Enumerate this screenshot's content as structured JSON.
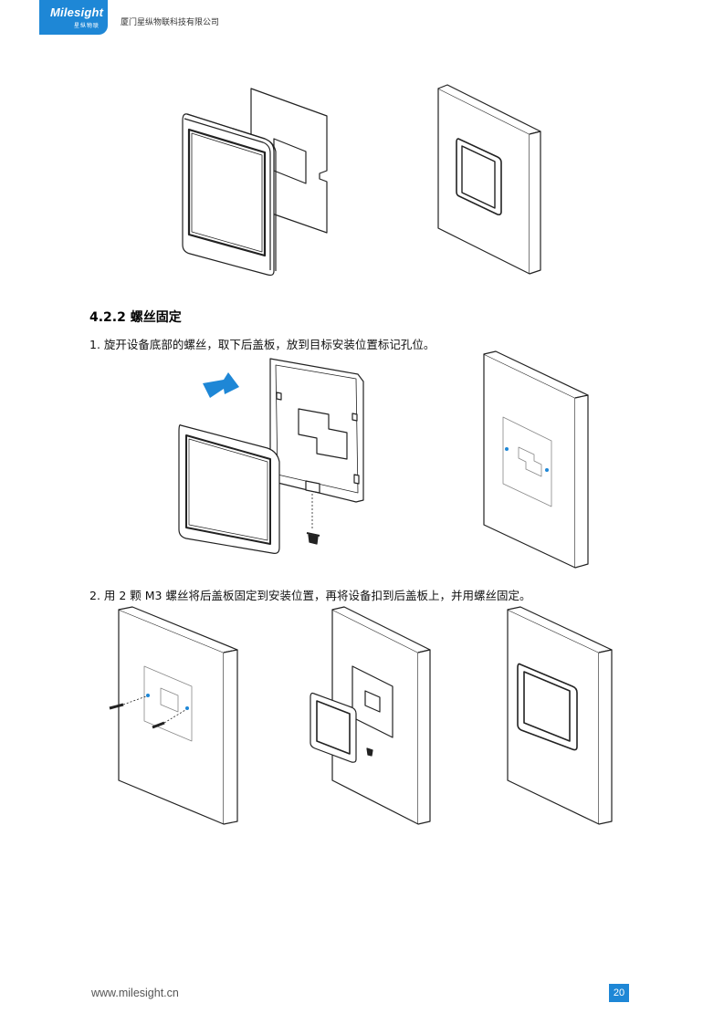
{
  "header": {
    "logo_text": "Milesight",
    "logo_subtext": "星纵物联",
    "company_name": "厦门星纵物联科技有限公司"
  },
  "section": {
    "title": "4.2.2  螺丝固定"
  },
  "steps": [
    {
      "text": "1. 旋开设备底部的螺丝，取下后盖板，放到目标安装位置标记孔位。"
    },
    {
      "text": "2. 用 2 颗 M3 螺丝将后盖板固定到安装位置，再将设备扣到后盖板上，并用螺丝固定。"
    }
  ],
  "footer": {
    "url": "www.milesight.cn",
    "page_number": "20"
  },
  "colors": {
    "brand": "#1e87d6",
    "line": "#222222"
  }
}
